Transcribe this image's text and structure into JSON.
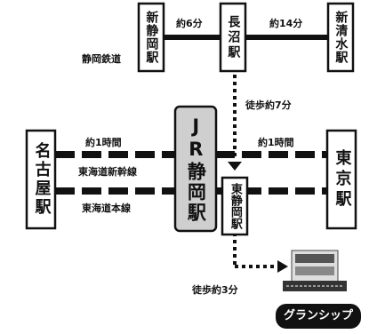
{
  "stations": {
    "shin_shizuoka": "新静岡駅",
    "naganuma": "長沼駅",
    "shin_shimizu": "新清水駅",
    "nagoya": "名古屋駅",
    "jr_shizuoka": "JR静岡駅",
    "tokyo": "東京駅",
    "higashi_shizuoka": "東静岡駅"
  },
  "railways": {
    "shizuoka_railway": "静岡鉄道",
    "tokaido_shinkansen": "東海道新幹線",
    "tokaido_main_line": "東海道本線"
  },
  "times": {
    "shinshizuoka_naganuma": "約6分",
    "naganuma_shinshimizu": "約14分",
    "nagoya_jr": "約1時間",
    "jr_tokyo": "約1時間",
    "walk_naganuma": "徒歩約7分",
    "walk_higashi": "徒歩約3分"
  },
  "destination": {
    "name": "グランシップ",
    "icon": "building-icon"
  },
  "colors": {
    "line": "#111111",
    "station_fill": "#ffffff",
    "jr_fill": "#cfcfcf",
    "badge": "#111111",
    "badge_text": "#ffffff"
  }
}
